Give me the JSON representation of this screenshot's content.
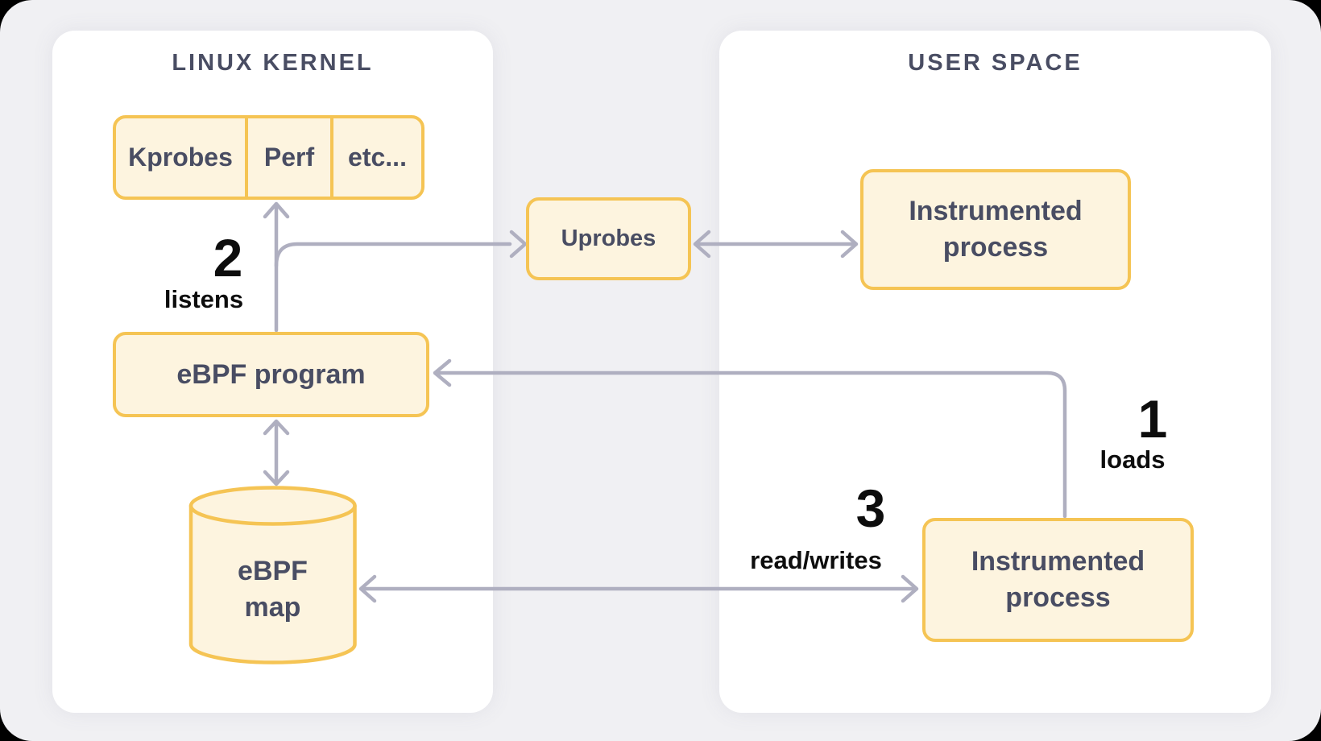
{
  "diagram": {
    "kernel_panel": {
      "title": "LINUX KERNEL"
    },
    "user_panel": {
      "title": "USER SPACE"
    },
    "probe_row": {
      "cells": [
        "Kprobes",
        "Perf",
        "etc..."
      ]
    },
    "ebpf_program": {
      "label": "eBPF program"
    },
    "uprobes": {
      "label": "Uprobes"
    },
    "instrumented_process_top": {
      "line1": "Instrumented",
      "line2": "process"
    },
    "instrumented_process_bottom": {
      "line1": "Instrumented",
      "line2": "process"
    },
    "ebpf_map": {
      "line1": "eBPF",
      "line2": "map"
    },
    "annotations": {
      "loads": {
        "number": "1",
        "label": "loads"
      },
      "listens": {
        "number": "2",
        "label": "listens"
      },
      "read_writes": {
        "number": "3",
        "label": "read/writes"
      }
    },
    "colors": {
      "background": "#F0F0F3",
      "panel_background": "#FFFFFF",
      "node_fill": "#FDF4DF",
      "node_border": "#F5C454",
      "node_text": "#494D63",
      "panel_title": "#494D63",
      "arrow": "#AFAFC0",
      "annotation_text": "#0D0D0D"
    }
  }
}
